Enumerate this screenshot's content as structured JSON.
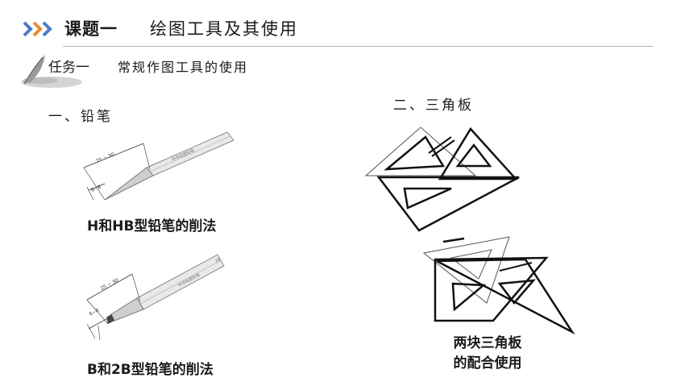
{
  "header": {
    "course_title": "课题一",
    "course_subtitle": "绘图工具及其使用",
    "arrow_colors": [
      "#4a7cc6",
      "#e8892f",
      "#4a7cc6"
    ],
    "arrows_icon": "triple-chevron-right-icon"
  },
  "task": {
    "icon": "quill-pen-icon",
    "title": "任务一",
    "name": "常规作图工具的使用"
  },
  "sections": {
    "pencil": {
      "label": "一、铅笔",
      "caption_hb": "H和HB型铅笔的削法",
      "caption_b": "B和2B型铅笔的削法",
      "dim_hb_long": "25 ~ 30",
      "dim_hb_short": "6~8",
      "dim_b_long": "25 ~ 30",
      "dim_b_short": "6~8"
    },
    "triangle": {
      "label": "二、三角板",
      "caption_line1": "两块三角板",
      "caption_line2": "的配合使用"
    }
  }
}
